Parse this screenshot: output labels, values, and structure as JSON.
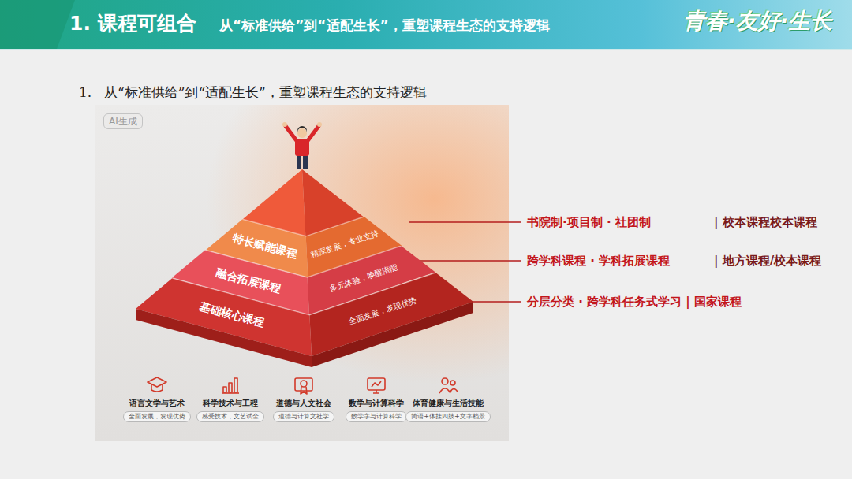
{
  "diagram": {
    "title": "1. 课程可组合",
    "nodes": [
      {
        "text": [
          "特长赋能课程",
          "精深发展，专业支持"
        ]
      },
      {
        "text": [
          "融合拓展课程",
          "多元体验，唤醒潜能"
        ]
      },
      {
        "text": [
          "基础核心课程",
          "全面发展，发现优势"
        ]
      },
      {
        "text": [
          "语言文学与艺术",
          "全面发展，发现优势"
        ]
      },
      {
        "text": [
          "科学技术与工程",
          "感受技术，文艺试金"
        ]
      },
      {
        "text": [
          "道德与人文社会",
          "道德与计算文社学"
        ]
      },
      {
        "text": [
          "数学与计算科学",
          "数学字与计算科学"
        ]
      },
      {
        "text": [
          "体育健康与生活技能",
          "简语+体挂四肢+文字档景"
        ]
      }
    ],
    "labels": [
      "从“标准供给”到“适配生长”，重塑课程生态的支持逻辑",
      "青春·友好·生长",
      "1.",
      "从“标准供给”到“适配生长”，重塑课程生态的支持逻辑",
      "AI生成",
      "书院制·项目制 · 社团制",
      "| 校本课程校本课程",
      "跨学科课程 · 学科拓展课程",
      "| 地方课程/校本课程",
      "分层分类 · 跨学科任务式学习 | 国家课程"
    ]
  }
}
